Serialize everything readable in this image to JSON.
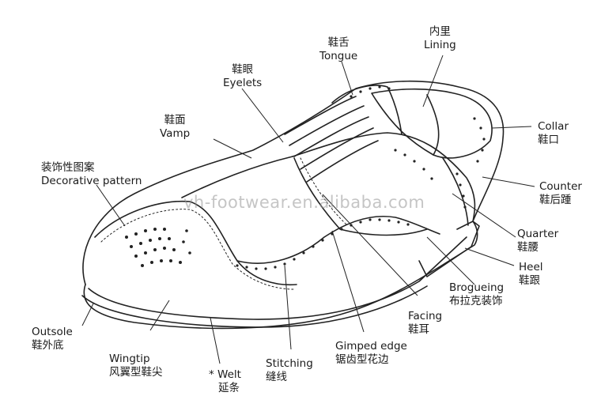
{
  "watermark": "vh-footwear.en.alibaba.com",
  "labels": {
    "tongue": {
      "cn": "鞋舌",
      "en": "Tongue"
    },
    "lining": {
      "cn": "内里",
      "en": "Lining"
    },
    "eyelets": {
      "cn": "鞋眼",
      "en": "Eyelets"
    },
    "vamp": {
      "cn": "鞋面",
      "en": "Vamp"
    },
    "decorative": {
      "cn": "装饰性图案",
      "en": "Decorative pattern"
    },
    "collar": {
      "en": "Collar",
      "cn": "鞋口"
    },
    "counter": {
      "en": "Counter",
      "cn": "鞋后踵"
    },
    "quarter": {
      "en": "Quarter",
      "cn": "鞋腰"
    },
    "heel": {
      "en": "Heel",
      "cn": "鞋跟"
    },
    "brogueing": {
      "en": "Brogueing",
      "cn": "布拉克装饰"
    },
    "facing": {
      "en": "Facing",
      "cn": "鞋耳"
    },
    "gimped": {
      "en": "Gimped edge",
      "cn": "锯齿型花边"
    },
    "stitching": {
      "en": "Stitching",
      "cn": "缝线"
    },
    "welt": {
      "en": "* Welt",
      "cn": "延条"
    },
    "wingtip": {
      "en": "Wingtip",
      "cn": "风翼型鞋尖"
    },
    "outsole": {
      "en": "Outsole",
      "cn": "鞋外底"
    }
  }
}
